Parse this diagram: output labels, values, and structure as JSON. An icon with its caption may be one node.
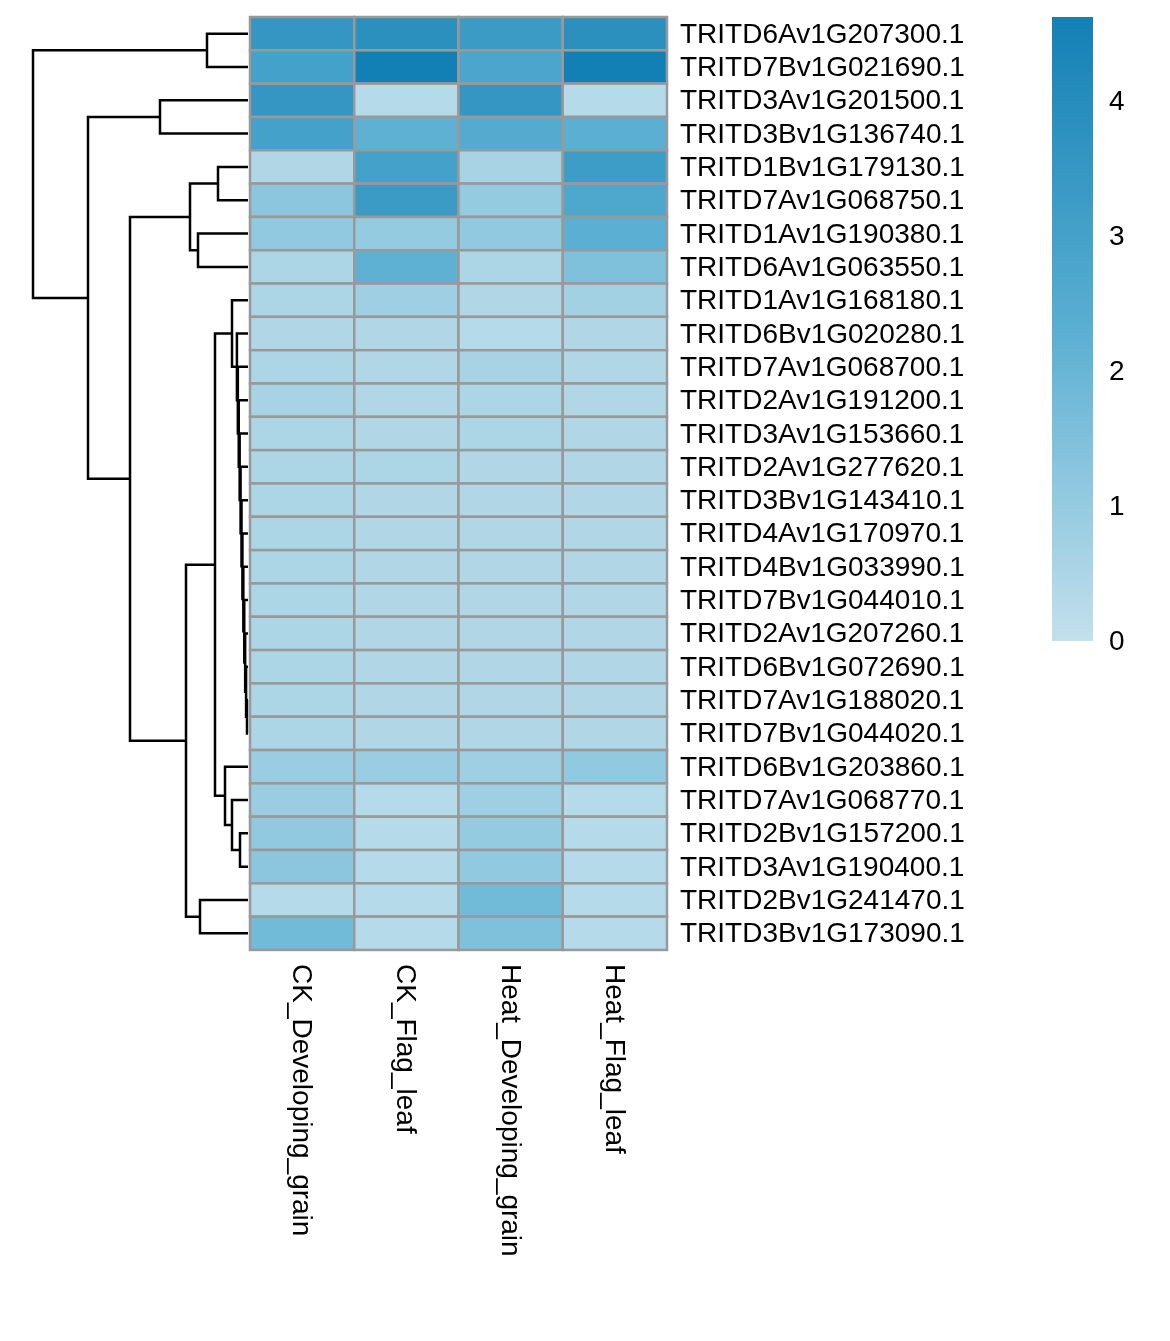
{
  "diagram": {
    "nodes": [
      {
        "text": [],
        "shape": "bar"
      }
    ],
    "labels": [
      "TRITD6Av1G207300.1",
      "TRITD7Bv1G021690.1",
      "TRITD3Av1G201500.1",
      "TRITD3Bv1G136740.1",
      "TRITD1Bv1G179130.1",
      "TRITD7Av1G068750.1",
      "TRITD1Av1G190380.1",
      "TRITD6Av1G063550.1",
      "TRITD1Av1G168180.1",
      "TRITD6Bv1G020280.1",
      "TRITD7Av1G068700.1",
      "TRITD2Av1G191200.1",
      "TRITD3Av1G153660.1",
      "TRITD2Av1G277620.1",
      "TRITD3Bv1G143410.1",
      "TRITD4Av1G170970.1",
      "TRITD4Bv1G033990.1",
      "TRITD7Bv1G044010.1",
      "TRITD2Av1G207260.1",
      "TRITD6Bv1G072690.1",
      "TRITD7Av1G188020.1",
      "TRITD7Bv1G044020.1",
      "TRITD6Bv1G203860.1",
      "TRITD7Av1G068770.1",
      "TRITD2Bv1G157200.1",
      "TRITD3Av1G190400.1",
      "TRITD2Bv1G241470.1",
      "TRITD3Bv1G173090.1",
      "4",
      "3",
      "2",
      "1",
      "0",
      "CK_Developing_grain",
      "CK_Flag_leaf",
      "Heat_Developing_grain",
      "Heat_Flag_leaf"
    ]
  }
}
